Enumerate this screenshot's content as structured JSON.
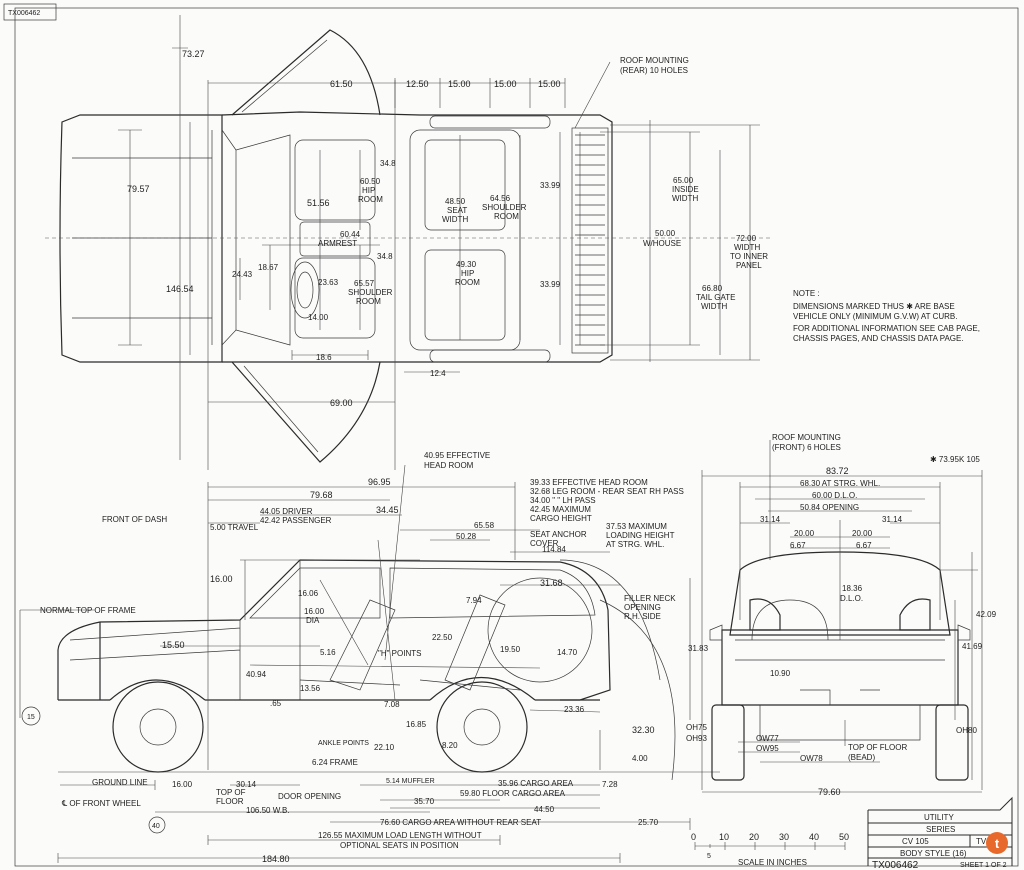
{
  "corner_code": "TX006462",
  "top_view": {
    "dims": {
      "d7327": "73.27",
      "d6150": "61.50",
      "d1250": "12.50",
      "d1500a": "15.00",
      "d1500b": "15.00",
      "d1500c": "15.00",
      "d7957": "79.57",
      "d14654": "146.54",
      "d6050": "60.50",
      "hip_room": "HIP",
      "hip_room2": "ROOM",
      "d5156": "51.56",
      "d6044": "60.44",
      "armrest": "ARMREST",
      "d348a": "34.8",
      "d348b": "34.8",
      "d4850": "48.50",
      "seat": "SEAT",
      "width": "WIDTH",
      "d6456": "64.56",
      "shoulder": "SHOULDER",
      "room": "ROOM",
      "d2443": "24.43",
      "d1867": "18.67",
      "d2363": "23.63",
      "d6557": "65.57",
      "shoulder2": "SHOULDER",
      "room2": "ROOM",
      "d1400": "14.00",
      "d4930": "49.30",
      "hip2": "HIP",
      "room3": "ROOM",
      "d3399a": "33.99",
      "d3399b": "33.99",
      "d5000": "50.00",
      "whouse": "W/HOUSE",
      "d6500": "65.00",
      "inside": "INSIDE",
      "width2": "WIDTH",
      "d7200": "72.00",
      "width3": "WIDTH",
      "to_inner": "TO INNER",
      "panel": "PANEL",
      "d6680": "66.80",
      "tail_gate": "TAIL GATE",
      "width4": "WIDTH",
      "d186": "18.6",
      "d124": "12.4",
      "d6900": "69.00"
    },
    "roof_rear_l1": "ROOF MOUNTING",
    "roof_rear_l2": "(REAR) 10 HOLES"
  },
  "note": {
    "title": "NOTE :",
    "l1": "DIMENSIONS MARKED THUS  ✱  ARE BASE",
    "l2": "VEHICLE ONLY (MINIMUM G.V.W) AT CURB.",
    "l3": "FOR ADDITIONAL INFORMATION SEE CAB PAGE,",
    "l4": "CHASSIS PAGES, AND CHASSIS DATA PAGE."
  },
  "side_view": {
    "eff_head_l1": "40.95 EFFECTIVE",
    "eff_head_l2": "HEAD ROOM",
    "d9695": "96.95",
    "d7968": "79.68",
    "rear_l1": "39.33 EFFECTIVE HEAD ROOM",
    "rear_l2": "32.68 LEG ROOM - REAR SEAT RH PASS",
    "rear_l3": "34.00    \"        \"       LH PASS",
    "rear_l4": "42.45 MAXIMUM",
    "rear_l5": "CARGO HEIGHT",
    "front_dash": "FRONT OF DASH",
    "driver_l1": "44.05 DRIVER",
    "driver_l2": "42.42 PASSENGER",
    "travel": "5.00 TRAVEL",
    "d3445": "34.45",
    "d6558": "65.58",
    "d5028": "50.28",
    "anchor_l1": "SEAT ANCHOR",
    "anchor_l2": "COVER",
    "load_l1": "37.53 MAXIMUM",
    "load_l2": "LOADING HEIGHT",
    "load_l3": "AT STRG. WHL.",
    "d11484": "114.84",
    "d1600": "16.00",
    "d1606": "16.06",
    "d1600dia": "16.00",
    "dia": "DIA",
    "d3168": "31.68",
    "filler_l1": "FILLER NECK",
    "filler_l2": "OPENING",
    "filler_l3": "R.H. SIDE",
    "d794": "7.94",
    "top_frame": "NORMAL TOP OF FRAME",
    "d1550": "15.50",
    "d2250": "22.50",
    "h_points": "\"H\" POINTS",
    "d516": "5.16",
    "d1950": "19.50",
    "d1470": "14.70",
    "d4094": "40.94",
    "d1356": "13.56",
    "d65": ".65",
    "d708": "7.08",
    "d1685": "16.85",
    "d2336": "23.36",
    "d3230": "32.30",
    "ankle": "ANKLE POINTS",
    "d2210": "22.10",
    "d820": "8.20",
    "d624": "6.24 FRAME",
    "d400": "4.00",
    "circle15": "15",
    "ground": "GROUND LINE",
    "d1600b": "16.00",
    "d3014": "30.14",
    "muffler": "5.14 MUFFLER",
    "cargo1": "35.96 CARGO AREA",
    "cargo2": "59.80 FLOOR CARGO AREA",
    "d728": "7.28",
    "top_floor_l1": "TOP OF",
    "top_floor_l2": "FLOOR",
    "door": "DOOR OPENING",
    "d3570": "35.70",
    "d4450": "44.50",
    "front_wheel": "℄ OF FRONT WHEEL",
    "wb": "106.50 W.B.",
    "cargo3": "76.60 CARGO AREA WITHOUT REAR SEAT",
    "d2570": "25.70",
    "circle40": "40",
    "maxload_l1": "126.55 MAXIMUM LOAD LENGTH WITHOUT",
    "maxload_l2": "OPTIONAL SEATS IN POSITION",
    "d18480": "184.80"
  },
  "rear_view": {
    "roof_front_l1": "ROOF MOUNTING",
    "roof_front_l2": "(FRONT) 6 HOLES",
    "d7395": "✱ 73.95K 105",
    "d8372": "83.72",
    "d6830": "68.30 AT STRG. WHL.",
    "d6000": "60.00 D.L.O.",
    "d5084": "50.84  OPENING",
    "d3114a": "31.14",
    "d3114b": "31.14",
    "d2000a": "20.00",
    "d2000b": "20.00",
    "d667a": "6.67",
    "d667b": "6.67",
    "d1836": "18.36",
    "dlo": "D.L.O.",
    "d4209": "42.09",
    "d4169": "41.69",
    "d3183": "31.83",
    "d1090": "10.90",
    "oh75": "OH75",
    "oh93": "OH93",
    "ow77": "OW77",
    "ow95": "OW95",
    "ow78": "OW78",
    "oh80": "OH80",
    "top_floor_l1": "TOP OF FLOOR",
    "top_floor_l2": "(BEAD)",
    "d7960": "79.60"
  },
  "scale": {
    "ticks": [
      "0",
      "10",
      "20",
      "30",
      "40",
      "50"
    ],
    "five": "5",
    "label": "SCALE IN INCHES"
  },
  "title_block": {
    "utility": "UTILITY",
    "series": "SERIES",
    "cv105": "CV 105",
    "tv": "TV",
    "body_style": "BODY STYLE (16)",
    "code": "TX006462",
    "sheet": "SHEET 1 OF 2"
  },
  "badge_letter": "t",
  "colors": {
    "badge": "#e8692c",
    "ink": "#2b2b2b",
    "paper": "#fbfbfa"
  }
}
